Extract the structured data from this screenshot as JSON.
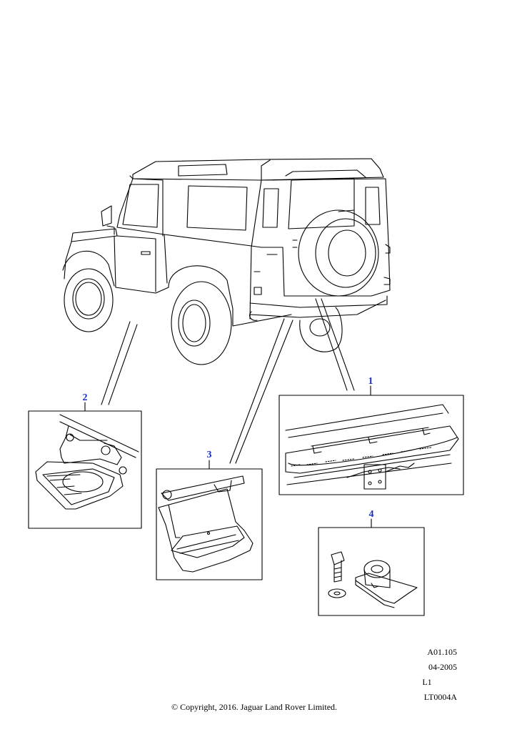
{
  "callouts": [
    {
      "number": "1"
    },
    {
      "number": "2"
    },
    {
      "number": "3"
    },
    {
      "number": "4"
    }
  ],
  "reference": {
    "code": "A01.105",
    "date": "04-2005",
    "level": "L1",
    "illustration_id": "LT0004A"
  },
  "copyright": "© Copyright, 2016. Jaguar Land Rover Limited.",
  "colors": {
    "callout": "#1a2fbf",
    "line": "#000000"
  }
}
